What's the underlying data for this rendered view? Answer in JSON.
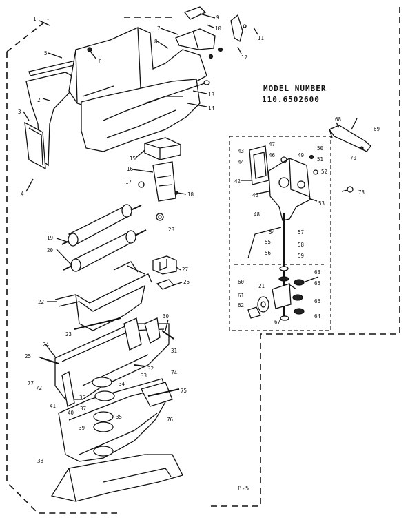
{
  "model_label": "MODEL NUMBER",
  "model_number": "110.6502600",
  "page_ref": "B-5",
  "parts": [
    {
      "n": "1"
    },
    {
      "n": "2"
    },
    {
      "n": "3"
    },
    {
      "n": "4"
    },
    {
      "n": "5"
    },
    {
      "n": "6"
    },
    {
      "n": "7"
    },
    {
      "n": "8"
    },
    {
      "n": "9"
    },
    {
      "n": "10"
    },
    {
      "n": "11"
    },
    {
      "n": "12"
    },
    {
      "n": "13"
    },
    {
      "n": "14"
    },
    {
      "n": "15"
    },
    {
      "n": "16"
    },
    {
      "n": "17"
    },
    {
      "n": "18"
    },
    {
      "n": "19"
    },
    {
      "n": "20"
    },
    {
      "n": "21"
    },
    {
      "n": "22"
    },
    {
      "n": "23"
    },
    {
      "n": "24"
    },
    {
      "n": "25"
    },
    {
      "n": "26"
    },
    {
      "n": "27"
    },
    {
      "n": "28"
    },
    {
      "n": "30"
    },
    {
      "n": "31"
    },
    {
      "n": "32"
    },
    {
      "n": "33"
    },
    {
      "n": "34"
    },
    {
      "n": "35"
    },
    {
      "n": "36"
    },
    {
      "n": "37"
    },
    {
      "n": "38"
    },
    {
      "n": "39"
    },
    {
      "n": "40"
    },
    {
      "n": "41"
    },
    {
      "n": "42"
    },
    {
      "n": "43"
    },
    {
      "n": "44"
    },
    {
      "n": "45"
    },
    {
      "n": "46"
    },
    {
      "n": "47"
    },
    {
      "n": "48"
    },
    {
      "n": "49"
    },
    {
      "n": "50"
    },
    {
      "n": "51"
    },
    {
      "n": "52"
    },
    {
      "n": "53"
    },
    {
      "n": "54"
    },
    {
      "n": "55"
    },
    {
      "n": "56"
    },
    {
      "n": "57"
    },
    {
      "n": "58"
    },
    {
      "n": "59"
    },
    {
      "n": "60"
    },
    {
      "n": "61"
    },
    {
      "n": "62"
    },
    {
      "n": "63"
    },
    {
      "n": "64"
    },
    {
      "n": "65"
    },
    {
      "n": "66"
    },
    {
      "n": "67"
    },
    {
      "n": "68"
    },
    {
      "n": "69"
    },
    {
      "n": "70"
    },
    {
      "n": "72"
    },
    {
      "n": "73"
    },
    {
      "n": "74"
    },
    {
      "n": "75"
    },
    {
      "n": "76"
    },
    {
      "n": "77"
    }
  ]
}
